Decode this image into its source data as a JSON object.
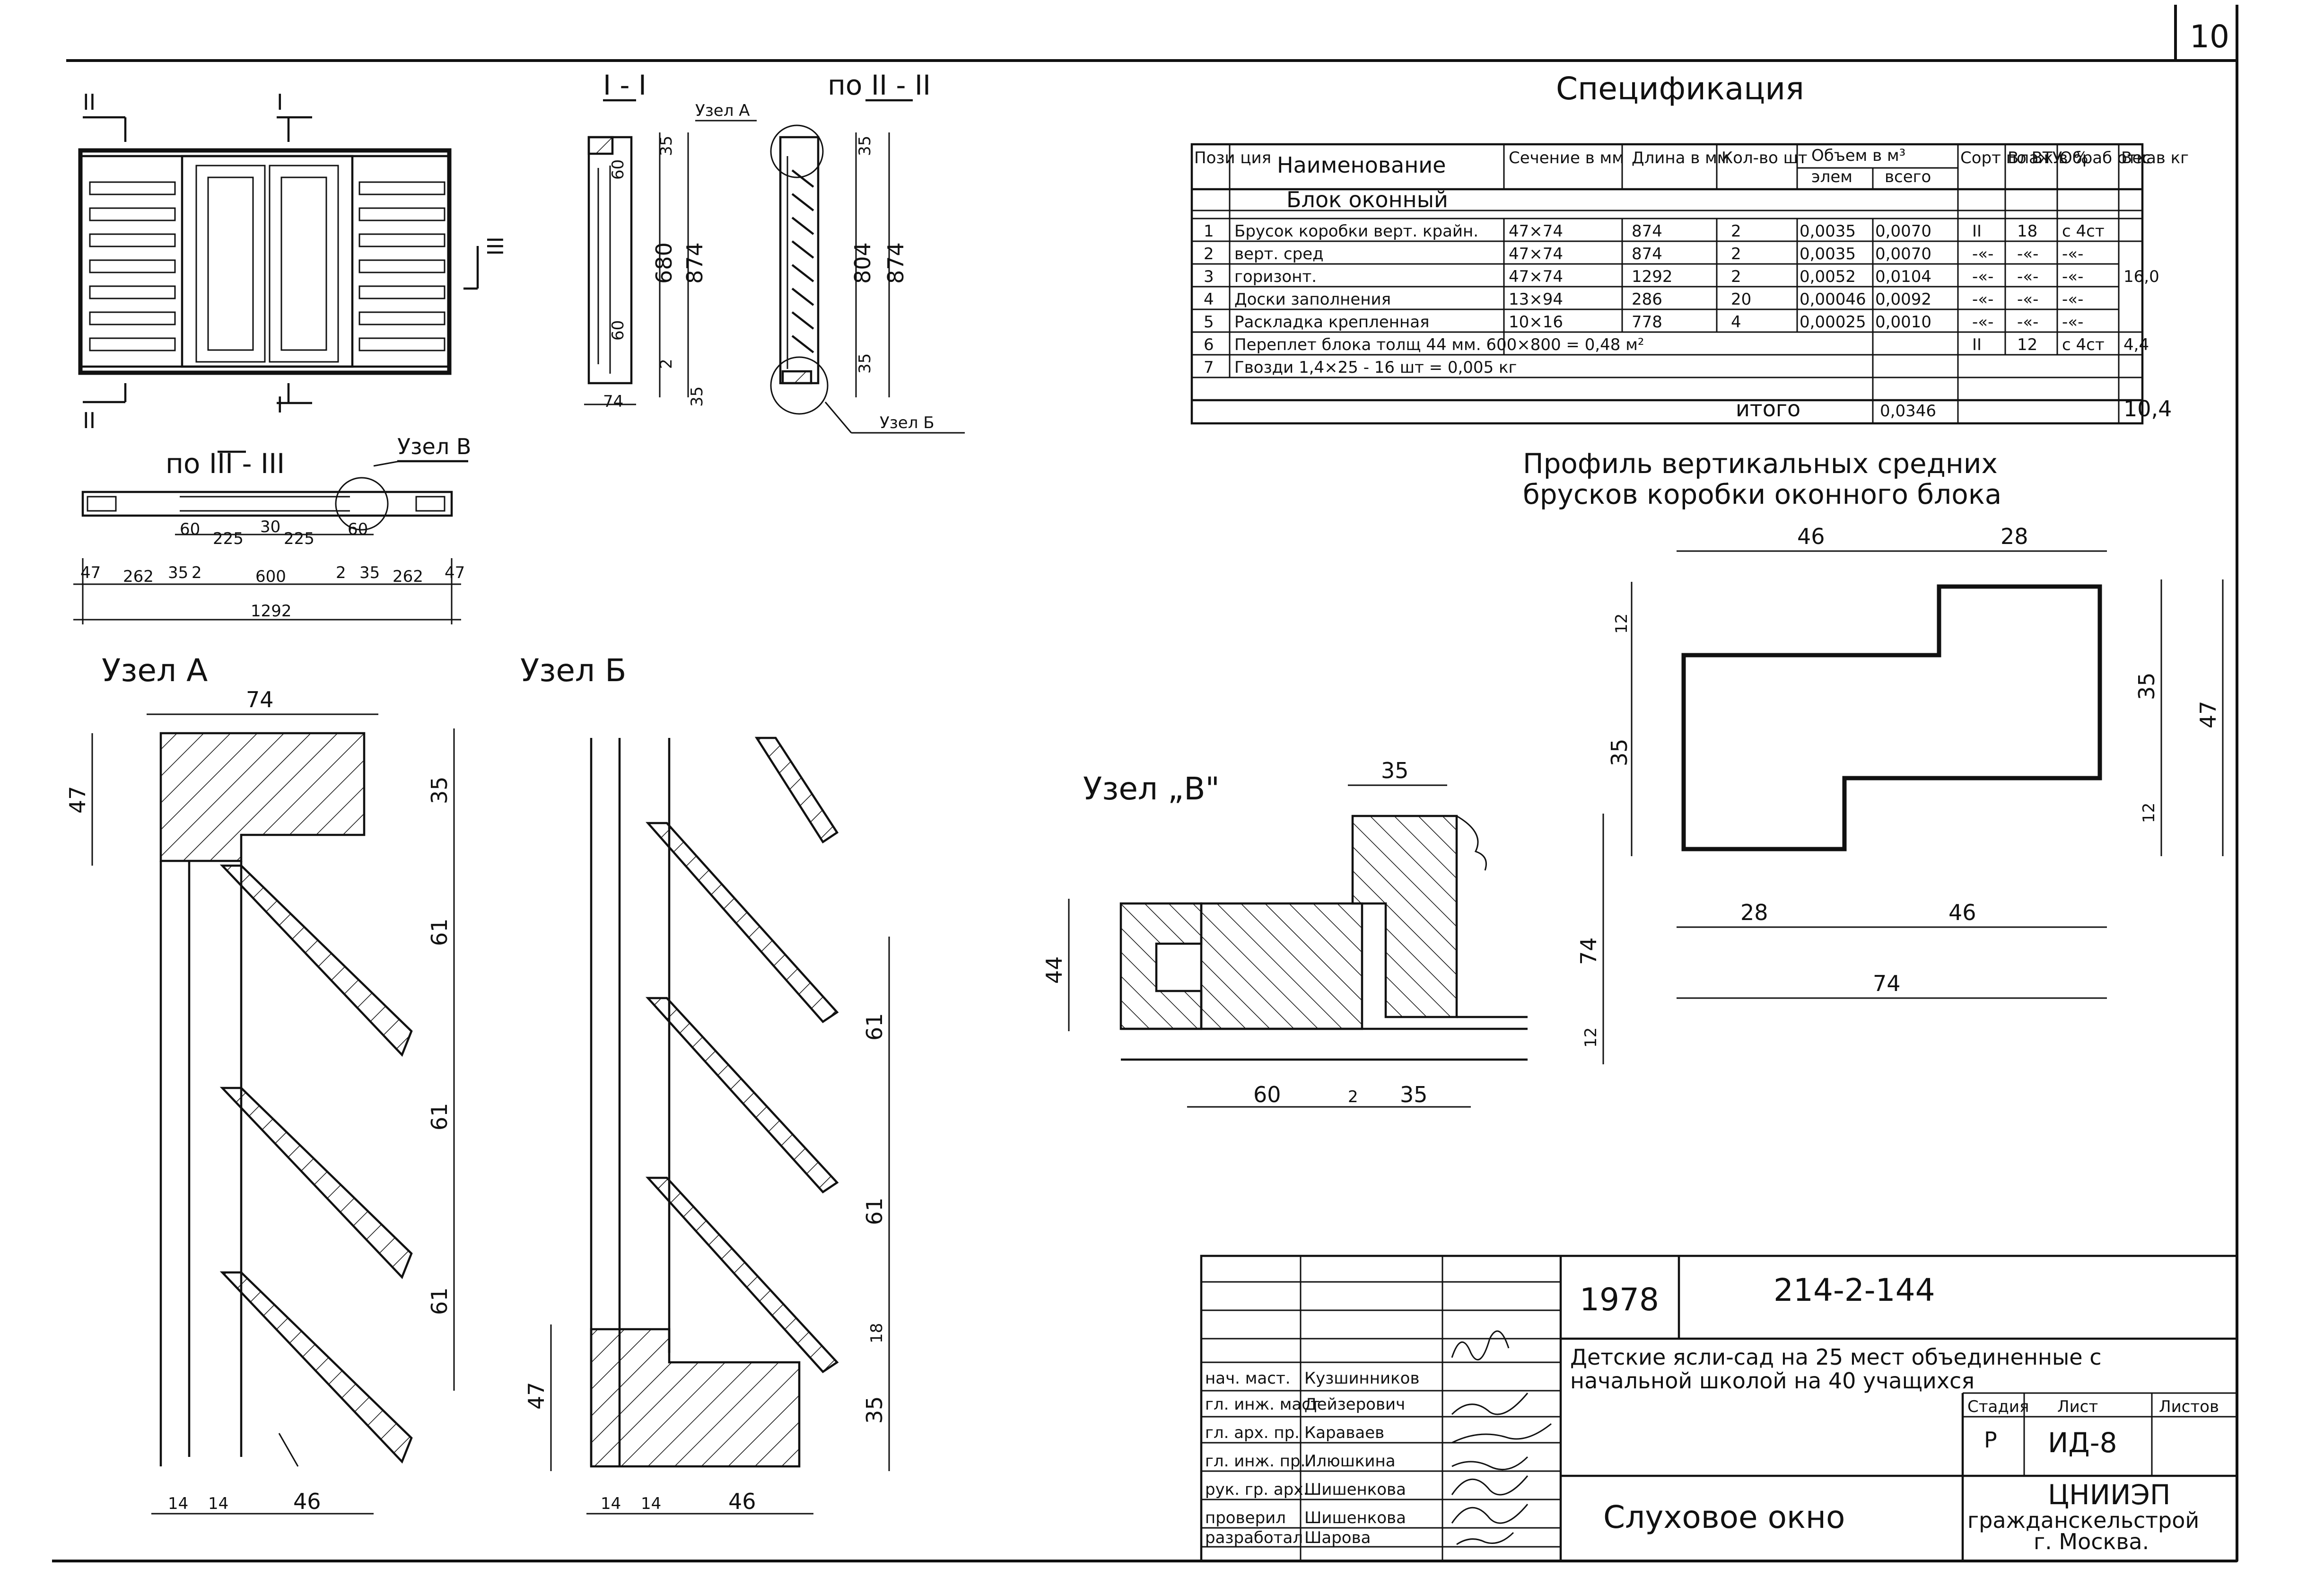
{
  "sheet_number": "10",
  "spec": {
    "title": "Спецификация",
    "headers": [
      "Пози ция",
      "Наименование",
      "Сечение в мм",
      "Длина в мм",
      "Кол-во шт",
      "Объем в м³",
      "элем",
      "всего",
      "Сорт по ВТУ",
      "Влаж в %",
      "Обраб отка",
      "Вес в кг"
    ],
    "group_title": "Блок оконный",
    "rows": [
      [
        "1",
        "Брусок коробки верт. крайн.",
        "47×74",
        "874",
        "2",
        "0,0035",
        "0,0070",
        "II",
        "18",
        "с 4ст",
        ""
      ],
      [
        "2",
        "верт. сред",
        "47×74",
        "874",
        "2",
        "0,0035",
        "0,0070",
        "-«-",
        "-«-",
        "-«-",
        ""
      ],
      [
        "3",
        "горизонт.",
        "47×74",
        "1292",
        "2",
        "0,0052",
        "0,0104",
        "-«-",
        "-«-",
        "-«-",
        "16,0"
      ],
      [
        "4",
        "Доски заполнения",
        "13×94",
        "286",
        "20",
        "0,00046",
        "0,0092",
        "-«-",
        "-«-",
        "-«-",
        ""
      ],
      [
        "5",
        "Раскладка крепленная",
        "10×16",
        "778",
        "4",
        "0,00025",
        "0,0010",
        "-«-",
        "-«-",
        "-«-",
        ""
      ],
      [
        "6",
        "Переплет блока толщ 44 мм.  600×800 = 0,48 м²",
        "",
        "",
        "",
        "",
        "",
        "II",
        "12",
        "с 4ст",
        "4,4"
      ],
      [
        "7",
        "Гвозди 1,4×25 - 16 шт = 0,005 кг",
        "",
        "",
        "",
        "",
        "",
        "",
        "",
        "",
        ""
      ]
    ],
    "total_label": "итого",
    "total_volume": "0,0346",
    "total_weight": "10,4"
  },
  "profile": {
    "title_line1": "Профиль вертикальных средних",
    "title_line2": "брусков коробки оконного блока",
    "dims": [
      "46",
      "28",
      "12",
      "35",
      "35",
      "47",
      "12",
      "28",
      "46",
      "74"
    ]
  },
  "elevation": {
    "marks": [
      "II",
      "I",
      "III",
      "II",
      "I"
    ],
    "section_label": "по III - III",
    "node_label": "Узел В",
    "dims_small": [
      "60",
      "225",
      "30",
      "225",
      "60"
    ],
    "dims_row": [
      "47",
      "262",
      "35",
      "2",
      "600",
      "2",
      "35",
      "262",
      "47"
    ],
    "overall": "1292"
  },
  "section_1": {
    "title": "I - I",
    "dims": [
      "35",
      "60",
      "680",
      "874",
      "60",
      "2",
      "35",
      "74"
    ]
  },
  "section_2": {
    "title": "по II - II",
    "node_a": "Узел А",
    "node_b": "Узел Б",
    "dims": [
      "35",
      "804",
      "874",
      "35"
    ]
  },
  "node_a": {
    "title": "Узел А",
    "dims": [
      "74",
      "47",
      "35",
      "61",
      "61",
      "61",
      "14",
      "14",
      "46"
    ]
  },
  "node_b": {
    "title": "Узел Б",
    "dims": [
      "61",
      "61",
      "18",
      "47",
      "35",
      "14",
      "14",
      "46"
    ]
  },
  "node_v": {
    "title": "Узел „В\"",
    "dims": [
      "35",
      "44",
      "74",
      "12",
      "60",
      "2",
      "35"
    ]
  },
  "stamp": {
    "year": "1978",
    "code": "214-2-144",
    "project_line1": "Детские ясли-сад на 25 мест  объединенные с",
    "project_line2": "начальной школой на 40 учащихся",
    "stage_label": "Стадия",
    "sheet_label": "Лист",
    "sheets_label": "Листов",
    "stage": "Р",
    "sheet": "ИД-8",
    "drawing_title": "Слуховое окно",
    "org_line1": "ЦНИИЭП",
    "org_line2": "гражданскельстрой",
    "org_line3": "г. Москва.",
    "staff": [
      {
        "role": "нач. маст.",
        "name": "Кузшинников"
      },
      {
        "role": "гл. инж. маст",
        "name": "Дейзерович"
      },
      {
        "role": "гл. арх. пр.",
        "name": "Караваев"
      },
      {
        "role": "гл. инж. пр.",
        "name": "Илюшкина"
      },
      {
        "role": "рук. гр. арх.",
        "name": "Шишенкова"
      },
      {
        "role": "проверил",
        "name": "Шишенкова"
      },
      {
        "role": "разработал",
        "name": "Шарова"
      }
    ]
  }
}
